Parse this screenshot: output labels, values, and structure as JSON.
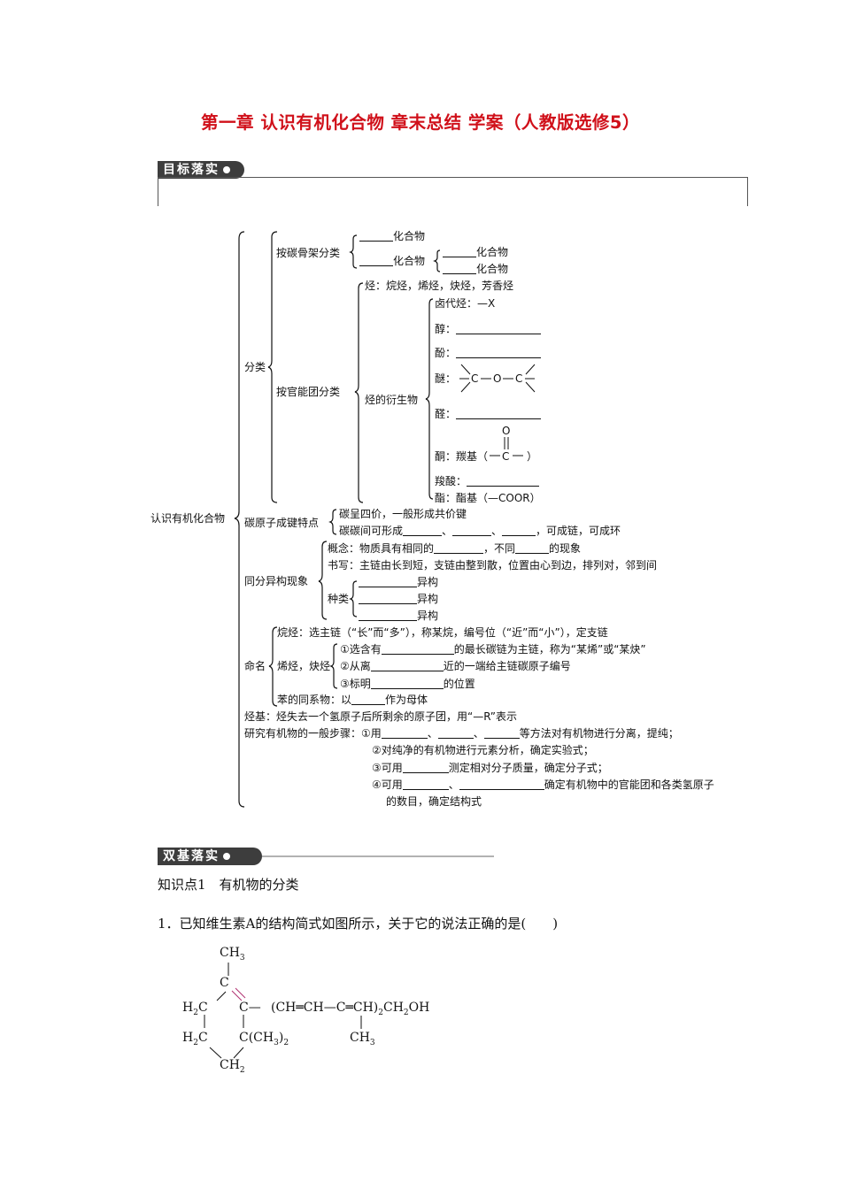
{
  "title": "第一章  认识有机化合物  章末总结  学案（人教版选修5）",
  "section1": "目标落实",
  "section2": "双基落实",
  "tree": {
    "root": "认识有机化合物",
    "fenlei": "分类",
    "tanguji": "按碳骨架分类",
    "huahewu": "化合物",
    "guanneng": "按官能团分类",
    "ting": "烃：烷烃，烯烃，炔烃，芳香烃",
    "yansheng": "烃的衍生物",
    "ludai": "卤代烃：—X",
    "chun": "醇：",
    "fen": "酚：",
    "mi": "醚：",
    "mi_C1": "C",
    "mi_O": "O",
    "mi_C2": "C",
    "quan": "醛：",
    "tong": "酮：羰基（",
    "tong_O": "O",
    "tong_C": "C",
    "tong_close": "）",
    "suo": "羧酸：",
    "zhi": "酯：酯基（—COOR）",
    "tanyuanzi": "碳原子成键特点",
    "tan1": "碳呈四价，一般形成共价键",
    "tan2": "碳碳间可形成",
    "tan2b": "，可成链，可成环",
    "tonfen": "同分异构现象",
    "gainian": "概念：物质具有相同的",
    "gainian_b": "，不同",
    "gainian_c": "的现象",
    "shuxie": "书写：主链由长到短，支链由整到散，位置由心到边，排列对，邻到间",
    "zhonglei": "种类",
    "yigou": "异构",
    "mingming": "命名",
    "wan": "烷烃：选主链（“长”而“多”），称某烷，编号位（“近”而“小”），定支链",
    "xi": "烯烃，炔烃",
    "xi1": "①选含有",
    "xi1b": "的最长碳链为主链，称为“某烯”或“某炔”",
    "xi2": "②从离",
    "xi2b": "近的一端给主链碳原子编号",
    "xi3": "③标明",
    "xi3b": "的位置",
    "ben": "苯的同系物：以",
    "benb": "作为母体",
    "tingji": "烃基：烃失去一个氢原子后所剩余的原子团，用“—R”表示",
    "yanjiu": "研究有机物的一般步骤：①用",
    "yanjiu_b": "等方法对有机物进行分离，提纯；",
    "step2": "②对纯净的有机物进行元素分析，确定实验式；",
    "step3": "③可用",
    "step3b": "测定相对分子质量，确定分子式；",
    "step4": "④可用",
    "step4b": "确定有机物中的官能团和各类氢原子",
    "step4c": "的数目，确定结构式"
  },
  "knowledge": "知识点1　有机物的分类",
  "question": "1．已知维生素A的结构简式如图所示，关于它的说法正确的是(　　)",
  "structure": {
    "ch3_top": "CH",
    "sub3": "3",
    "c_top": "C",
    "h2c": "H",
    "sub2": "2",
    "c": "C",
    "c_right": "C—",
    "chain1": "(CH═CH—C═CH)",
    "chain_sub": "2",
    "chain2": "CH",
    "chain_sub2": "2",
    "chain3": "OH",
    "ch3_bot": "CH",
    "c_dimethyl": "C(CH",
    "dimethyl_close": ")",
    "ch2_bot": "CH"
  }
}
